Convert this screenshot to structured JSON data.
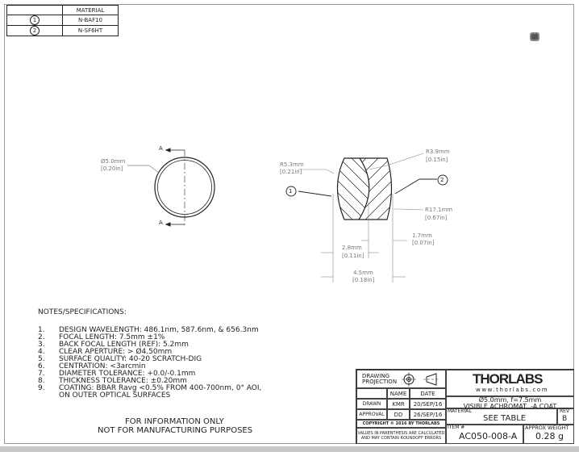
{
  "material_table": {
    "header": "MATERIAL",
    "rows": [
      {
        "id": "1",
        "material": "N-BAF10"
      },
      {
        "id": "2",
        "material": "N-SF6HT"
      }
    ]
  },
  "front_view": {
    "section_label": "A",
    "diameter": "Ø5.0mm",
    "diameter_in": "[0.20in]"
  },
  "section_view": {
    "r1": "R5.3mm",
    "r1_in": "[0.21in]",
    "r2": "R3.9mm",
    "r2_in": "[0.15in]",
    "r3": "R17.1mm",
    "r3_in": "[0.67in]",
    "balloon1": "1",
    "balloon2": "2",
    "t1": "2.8mm",
    "t1_in": "[0.11in]",
    "t2": "1.7mm",
    "t2_in": "[0.07in]",
    "total": "4.5mm",
    "total_in": "[0.18in]"
  },
  "notes": {
    "title": "NOTES/SPECIFICATIONS:",
    "items": [
      {
        "n": "1.",
        "text": "DESIGN WAVELENGTH: 486.1nm, 587.6nm, & 656.3nm"
      },
      {
        "n": "2.",
        "text": "FOCAL LENGTH: 7.5mm ±1%"
      },
      {
        "n": "3.",
        "text": "BACK FOCAL LENGTH (REF): 5.2mm"
      },
      {
        "n": "4.",
        "text": "CLEAR APERTURE: > Ø4.50mm"
      },
      {
        "n": "5.",
        "text": "SURFACE QUALITY: 40-20 SCRATCH-DIG"
      },
      {
        "n": "6.",
        "text": "CENTRATION: <3arcmin"
      },
      {
        "n": "7.",
        "text": "DIAMETER TOLERANCE: +0.0/-0.1mm"
      },
      {
        "n": "8.",
        "text": "THICKNESS TOLERANCE: ±0.20mm"
      },
      {
        "n": "9.",
        "text": "COATING: BBAR Ravg <0.5% FROM 400-700nm, 0° AOI,"
      },
      {
        "n": "",
        "text": "ON OUTER OPTICAL SURFACES"
      }
    ]
  },
  "disclaimer": [
    "FOR INFORMATION ONLY",
    "NOT FOR MANUFACTURING PURPOSES"
  ],
  "title_block": {
    "projection": "DRAWING PROJECTION",
    "name_h": "NAME",
    "date_h": "DATE",
    "drawn": "DRAWN",
    "drawn_name": "KMR",
    "drawn_date": "20/SEP/16",
    "approval": "APPROVAL",
    "approval_name": "DD",
    "approval_date": "26/SEP/16",
    "copyright": "COPYRIGHT © 2016 BY THORLABS",
    "values_note_1": "VALUES IN PARENTHESIS ARE CALCULATED",
    "values_note_2": "AND MAY CONTAIN ROUNDOFF ERRORS",
    "logo": "THORLABS",
    "url": "www.thorlabs.com",
    "desc1": "Ø5.0mm, f=7.5mm",
    "desc2": "VISIBLE ACHROMAT, -A COAT",
    "material_label": "MATERIAL",
    "material": "SEE TABLE",
    "rev_label": "REV",
    "rev": "B",
    "item_label": "ITEM #",
    "item": "AC050-008-A",
    "weight_label": "APPROX WEIGHT",
    "weight": "0.28 g"
  }
}
